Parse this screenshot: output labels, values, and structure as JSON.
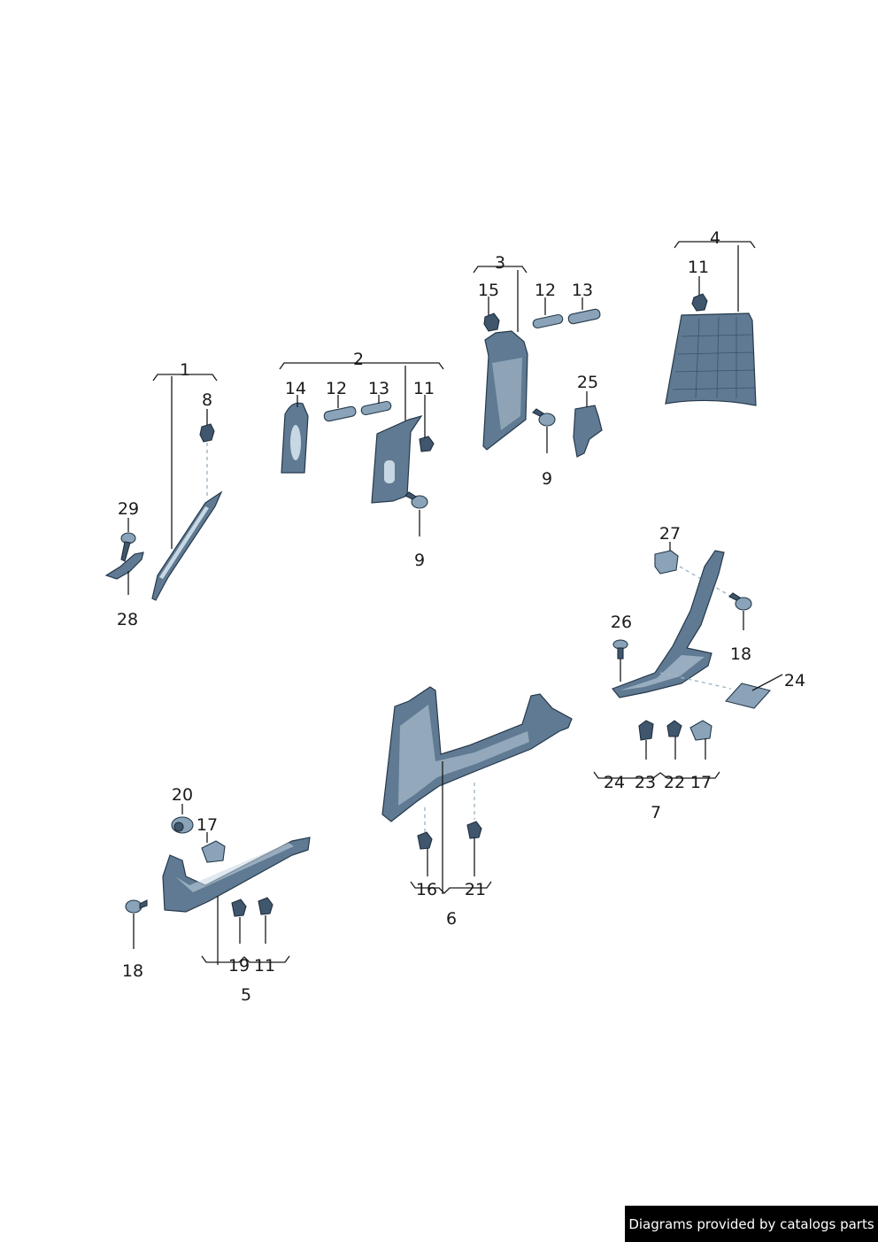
{
  "callouts": [
    {
      "id": "c1",
      "text": "1"
    },
    {
      "id": "c8",
      "text": "8"
    },
    {
      "id": "c29",
      "text": "29"
    },
    {
      "id": "c28",
      "text": "28"
    },
    {
      "id": "c2",
      "text": "2"
    },
    {
      "id": "c14",
      "text": "14"
    },
    {
      "id": "c12a",
      "text": "12"
    },
    {
      "id": "c13a",
      "text": "13"
    },
    {
      "id": "c11a",
      "text": "11"
    },
    {
      "id": "c9a",
      "text": "9"
    },
    {
      "id": "c3",
      "text": "3"
    },
    {
      "id": "c15",
      "text": "15"
    },
    {
      "id": "c12b",
      "text": "12"
    },
    {
      "id": "c13b",
      "text": "13"
    },
    {
      "id": "c25",
      "text": "25"
    },
    {
      "id": "c9b",
      "text": "9"
    },
    {
      "id": "c4",
      "text": "4"
    },
    {
      "id": "c11b",
      "text": "11"
    },
    {
      "id": "c27",
      "text": "27"
    },
    {
      "id": "c26",
      "text": "26"
    },
    {
      "id": "c18a",
      "text": "18"
    },
    {
      "id": "c24a",
      "text": "24"
    },
    {
      "id": "c24b",
      "text": "24"
    },
    {
      "id": "c23",
      "text": "23"
    },
    {
      "id": "c22",
      "text": "22"
    },
    {
      "id": "c17a",
      "text": "17"
    },
    {
      "id": "c7",
      "text": "7"
    },
    {
      "id": "c16",
      "text": "16"
    },
    {
      "id": "c21",
      "text": "21"
    },
    {
      "id": "c6",
      "text": "6"
    },
    {
      "id": "c20",
      "text": "20"
    },
    {
      "id": "c17b",
      "text": "17"
    },
    {
      "id": "c18b",
      "text": "18"
    },
    {
      "id": "c19",
      "text": "19"
    },
    {
      "id": "c11c",
      "text": "11"
    },
    {
      "id": "c5",
      "text": "5"
    }
  ],
  "credit": "Diagrams provided by catalogs parts",
  "colors": {
    "part": "#5f7a92",
    "outline": "#26394b",
    "highlight": "#c7d7e3",
    "leader": "#1a1a1a"
  }
}
